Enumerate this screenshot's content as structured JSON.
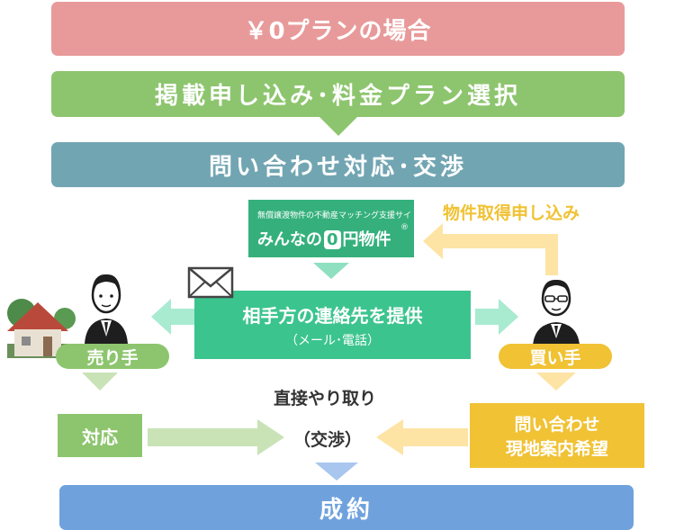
{
  "steps": {
    "plan_case": "￥0プランの場合",
    "apply": "掲載申し込み･料金プラン選択",
    "inquiry": "問い合わせ対応･交渉",
    "contract": "成約"
  },
  "logo": {
    "tagline": "無償譲渡物件の不動産マッチング支援サイト",
    "name_prefix": "みんなの",
    "name_zero": "0",
    "name_suffix": "円物件",
    "registered": "®"
  },
  "center": {
    "line1": "相手方の連絡先を提供",
    "line2": "（メール･電話）"
  },
  "seller": {
    "label": "売り手",
    "action": "対応"
  },
  "buyer": {
    "label": "買い手",
    "action_line1": "問い合わせ",
    "action_line2": "現地案内希望"
  },
  "buyer_apply": "物件取得申し込み",
  "direct": {
    "line1": "直接やり取り",
    "line2": "（交渉）"
  },
  "colors": {
    "red": "#e89a9a",
    "green": "#8dc56e",
    "teal": "#72a5b2",
    "mint": "#3cc48e",
    "yellow": "#f0c234",
    "light_yellow": "#fbe2a0",
    "blue": "#6fa2dd"
  }
}
